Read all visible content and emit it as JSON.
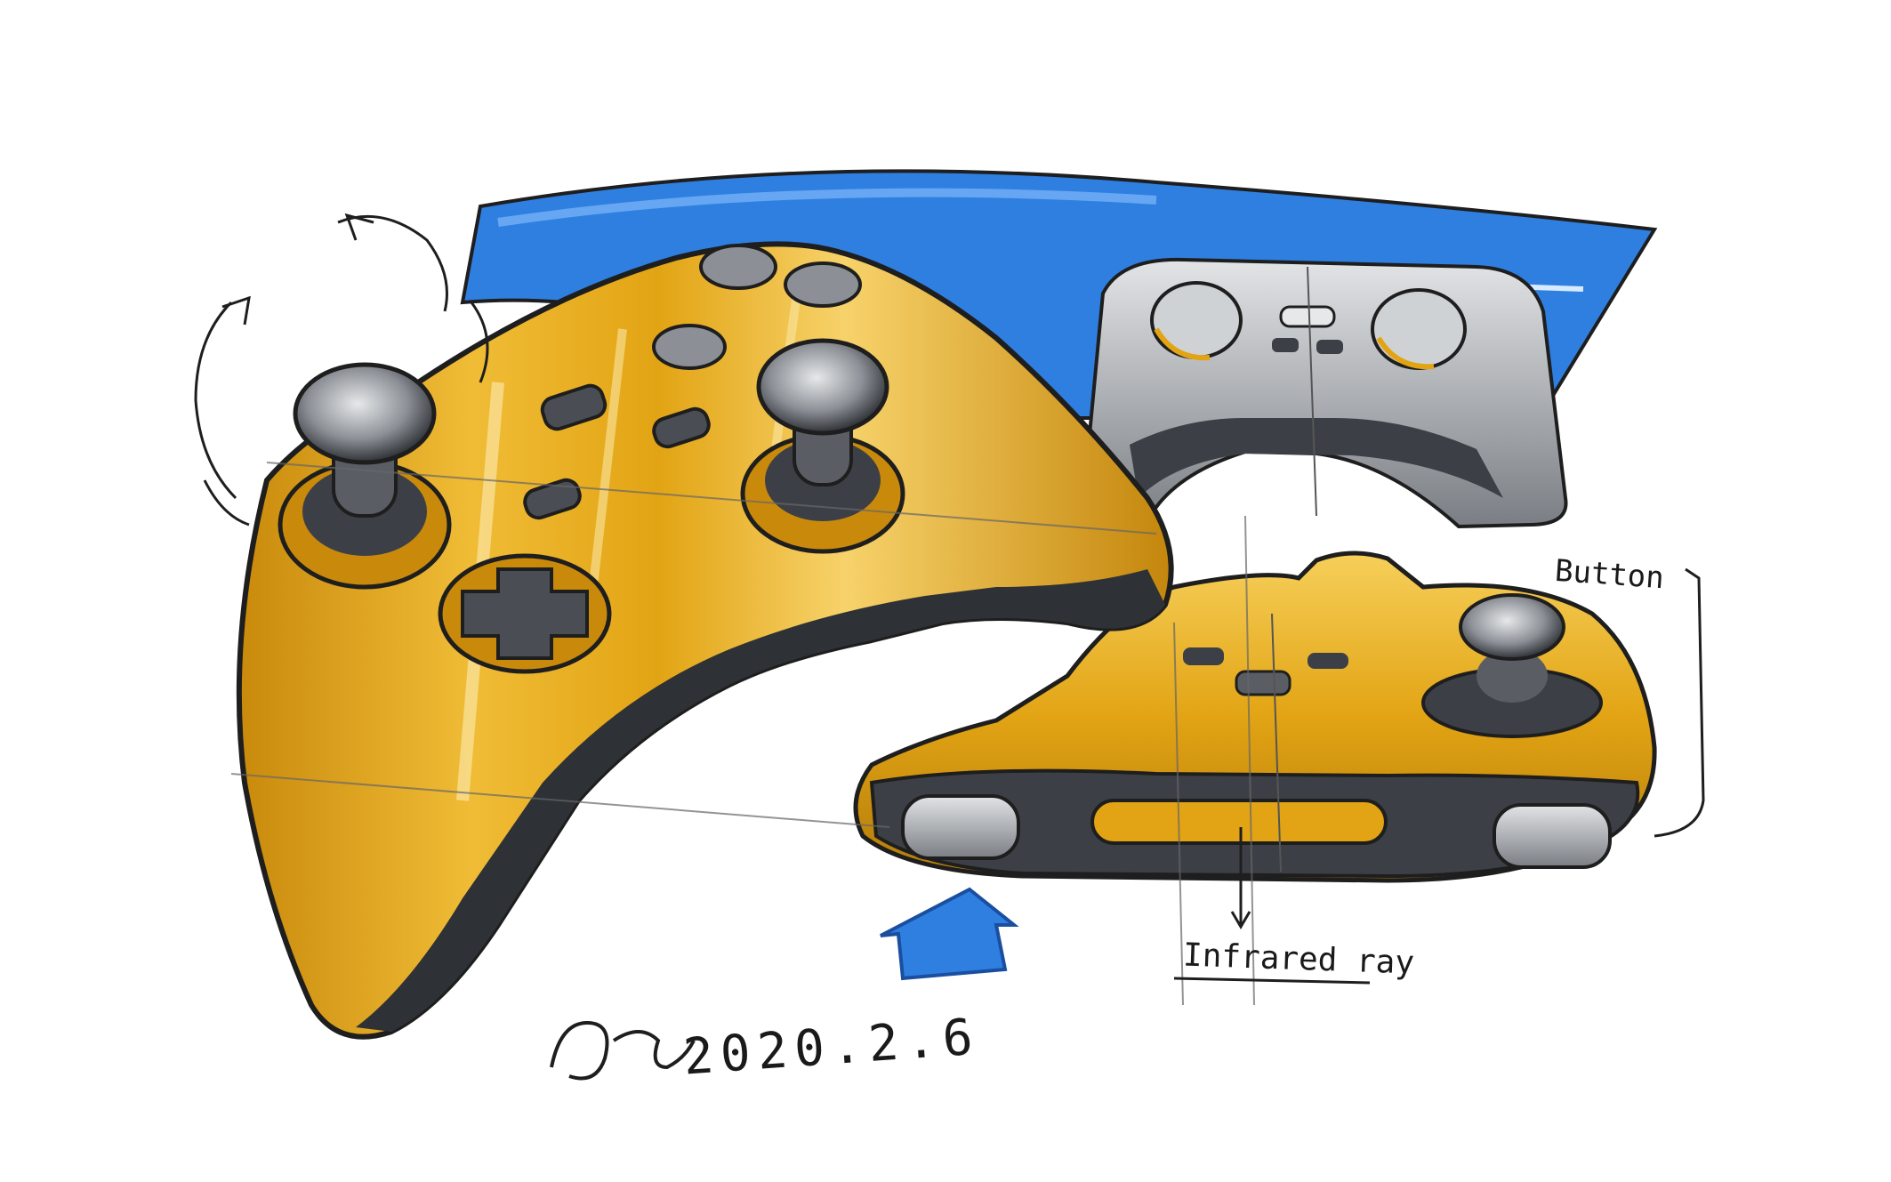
{
  "annotations": {
    "button_label": "Button",
    "infrared_label": "Infrared ray",
    "date": "2020.2.6"
  },
  "colors": {
    "shell_yellow": "#e2a414",
    "shell_light": "#f6cf5a",
    "shell_dark": "#b27a0a",
    "accent_blue": "#2f7fe0",
    "dark_gray": "#3c4046",
    "mid_gray": "#8c9096",
    "light_gray": "#d8dadc",
    "ink": "#1e1e1e"
  },
  "icons": [
    "rotation-arrows-icon",
    "up-arrow-icon",
    "down-arrow-icon",
    "signature-icon"
  ]
}
